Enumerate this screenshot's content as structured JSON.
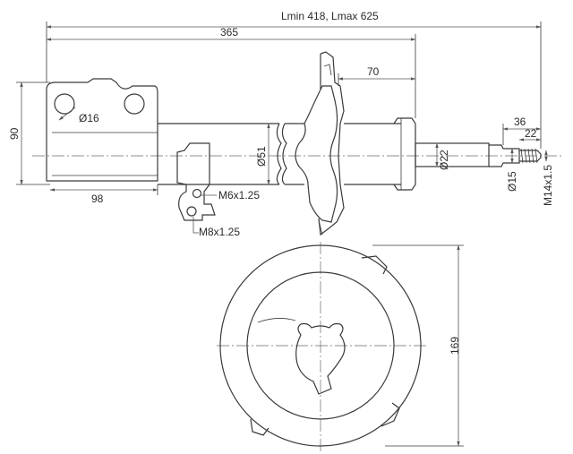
{
  "dimensions": {
    "length_range": "Lmin 418, Lmax 625",
    "overall_length": "365",
    "top_mount_offset": "70",
    "thread_length": "36",
    "thread_end": "22",
    "height": "90",
    "hole_diameter": "Ø16",
    "bracket_length": "98",
    "body_diameter": "Ø51",
    "rod_diameter": "Ø22",
    "piston_rod_diameter": "Ø15",
    "thread": "M14x1.5",
    "bolt_m6": "M6x1.25",
    "bolt_m8": "M8x1.25",
    "spring_seat_diameter": "169"
  }
}
